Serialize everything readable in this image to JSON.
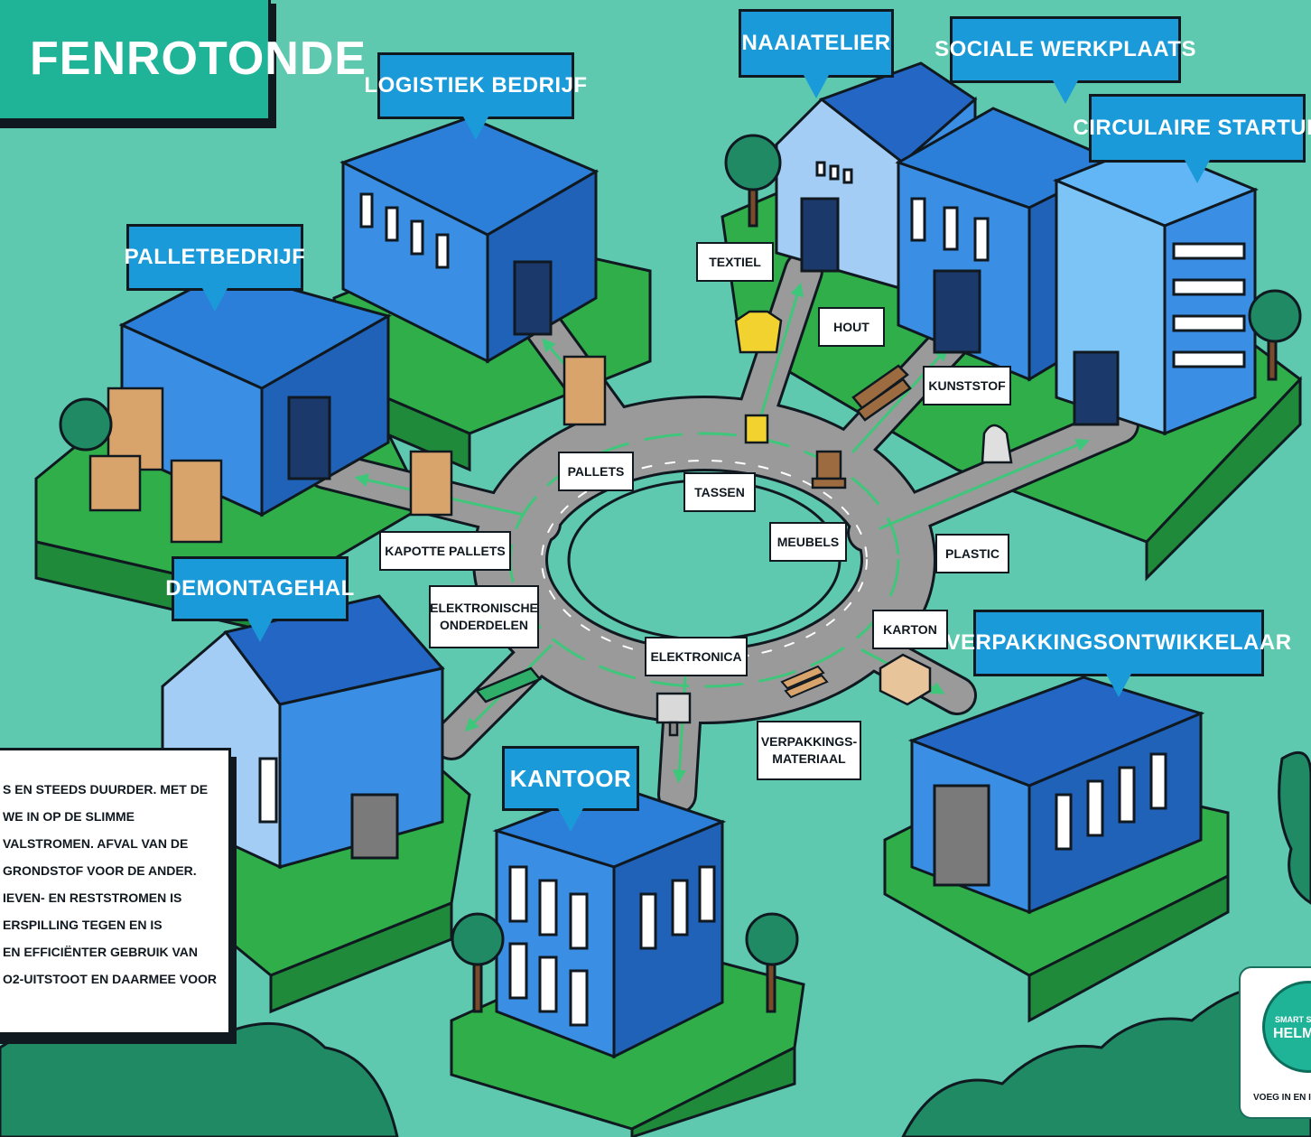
{
  "title": "FENROTONDE",
  "buildings": {
    "logistiek": "LOGISTIEK BEDRIJF",
    "naaiatelier": "NAAIATELIER",
    "sociale": "SOCIALE WERKPLAATS",
    "circulaire": "CIRCULAIRE STARTUP",
    "pallet": "PALLETBEDRIJF",
    "demontage": "DEMONTAGEHAL",
    "kantoor": "KANTOOR",
    "verpakking": "VERPAKKINGSONTWIKKELAAR"
  },
  "flows": {
    "textiel": "TEXTIEL",
    "hout": "HOUT",
    "kunststof": "KUNSTSTOF",
    "pallets": "PALLETS",
    "tassen": "TASSEN",
    "meubels": "MEUBELS",
    "plastic": "PLASTIC",
    "kapotte": "KAPOTTE PALLETS",
    "elektronische_1": "ELEKTRONISCHE",
    "elektronische_2": "ONDERDELEN",
    "elektronica": "ELEKTRONICA",
    "karton": "KARTON",
    "verpakkings_1": "VERPAKKINGS-",
    "verpakkings_2": "MATERIAAL"
  },
  "info_lines": [
    "S EN STEEDS DUURDER. MET DE",
    "WE IN OP DE SLIMME",
    "VALSTROMEN. AFVAL VAN DE",
    "GRONDSTOF VOOR DE ANDER.",
    "IEVEN- EN RESTSTROMEN IS",
    "ERSPILLING TEGEN EN IS",
    "EN EFFICIËNTER GEBRUIK VAN",
    "O2-UITSTOOT EN DAARMEE VOOR"
  ],
  "logo": {
    "line1": "SMART S",
    "line2": "HELM",
    "line3": "VOEG IN EN I"
  },
  "colors": {
    "background": "#5fc9b0",
    "callout": "#1a9ad9",
    "title_box": "#1fb398",
    "grass": "#2fae4a",
    "road": "#9a9a9a",
    "arrow": "#3ec77a"
  }
}
